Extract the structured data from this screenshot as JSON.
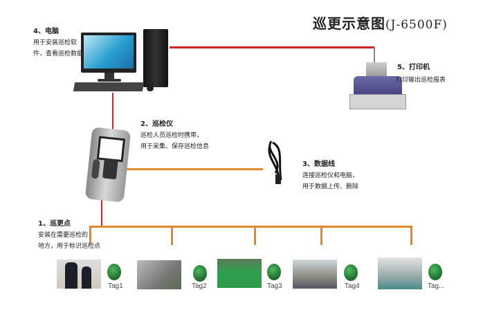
{
  "title": {
    "main": "巡更示意图",
    "model": "(J-6500F)"
  },
  "nodes": {
    "computer": {
      "heading": "4、电脑",
      "lines": [
        "用于安装巡检软",
        "件，查看巡检数据"
      ]
    },
    "printer": {
      "heading": "5、打印机",
      "lines": [
        "打印输出巡检报表"
      ]
    },
    "device": {
      "heading": "2、巡检仪",
      "lines": [
        "巡检人员巡检时携带，",
        "用于采集、保存巡检信息"
      ]
    },
    "cable": {
      "heading": "3、数据线",
      "lines": [
        "连接巡检仪和电脑，",
        "用于数据上传、删除"
      ]
    },
    "checkpoint": {
      "heading": "1、巡更点",
      "lines": [
        "安装在需要巡检的",
        "地方，用于标识巡检点"
      ]
    }
  },
  "tags": [
    "Tag1",
    "Tag2",
    "Tag3",
    "Tag4",
    "Tag..."
  ],
  "colors": {
    "link_red": "#c8242a",
    "link_orange": "#e0892c",
    "tag_green": "#2a8a3a"
  }
}
